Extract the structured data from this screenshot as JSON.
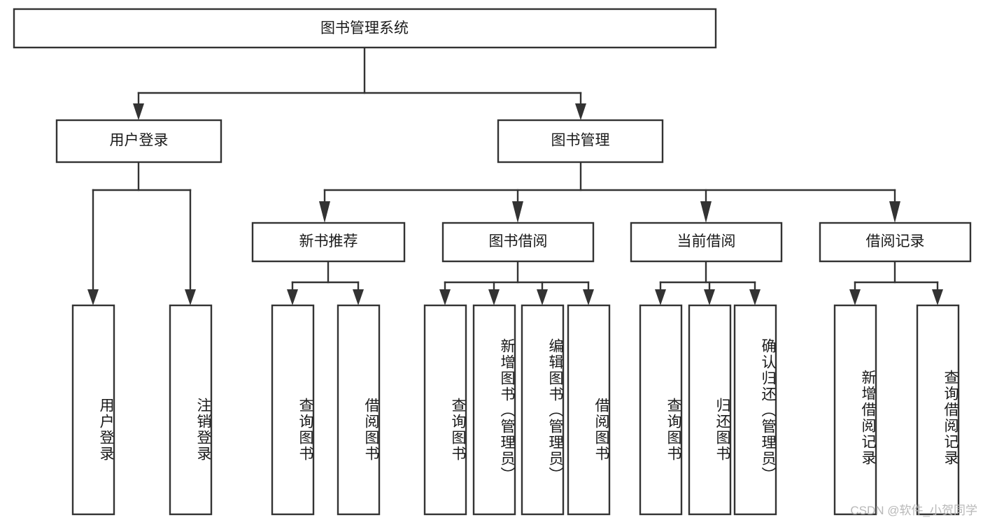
{
  "diagram": {
    "type": "tree-hierarchy-chart",
    "title": "图书管理系统",
    "watermark": "CSDN @软件_小贺同学",
    "levels": {
      "level1": [
        {
          "id": "root",
          "label": "图书管理系统"
        }
      ],
      "level2": [
        {
          "id": "user-login",
          "label": "用户登录"
        },
        {
          "id": "book-management",
          "label": "图书管理"
        }
      ],
      "level3": [
        {
          "id": "new-book-recommend",
          "label": "新书推荐"
        },
        {
          "id": "book-borrow",
          "label": "图书借阅"
        },
        {
          "id": "current-borrow",
          "label": "当前借阅"
        },
        {
          "id": "borrow-record",
          "label": "借阅记录"
        }
      ],
      "level4": [
        {
          "id": "leaf-user-login",
          "label": "用户登录",
          "parent": "user-login"
        },
        {
          "id": "leaf-logout-login",
          "label": "注销登录",
          "parent": "user-login"
        },
        {
          "id": "leaf-query-book-1",
          "label": "查询图书",
          "parent": "new-book-recommend"
        },
        {
          "id": "leaf-borrow-book-1",
          "label": "借阅图书",
          "parent": "new-book-recommend"
        },
        {
          "id": "leaf-query-book-2",
          "label": "查询图书",
          "parent": "book-borrow"
        },
        {
          "id": "leaf-add-book",
          "label": "新增图书（管理员）",
          "parent": "book-borrow"
        },
        {
          "id": "leaf-edit-book",
          "label": "编辑图书（管理员）",
          "parent": "book-borrow"
        },
        {
          "id": "leaf-borrow-book-2",
          "label": "借阅图书",
          "parent": "book-borrow"
        },
        {
          "id": "leaf-query-book-3",
          "label": "查询图书",
          "parent": "current-borrow"
        },
        {
          "id": "leaf-return-book",
          "label": "归还图书",
          "parent": "current-borrow"
        },
        {
          "id": "leaf-confirm-return",
          "label": "确认归还（管理员）",
          "parent": "current-borrow"
        },
        {
          "id": "leaf-add-record",
          "label": "新增借阅记录",
          "parent": "borrow-record"
        },
        {
          "id": "leaf-query-record",
          "label": "查询借阅记录",
          "parent": "borrow-record"
        }
      ]
    },
    "colors": {
      "box_stroke": "#333333",
      "box_fill": "#ffffff",
      "text": "#1a1a1a",
      "background": "#ffffff",
      "watermark_text": "#b8b8b8"
    }
  }
}
